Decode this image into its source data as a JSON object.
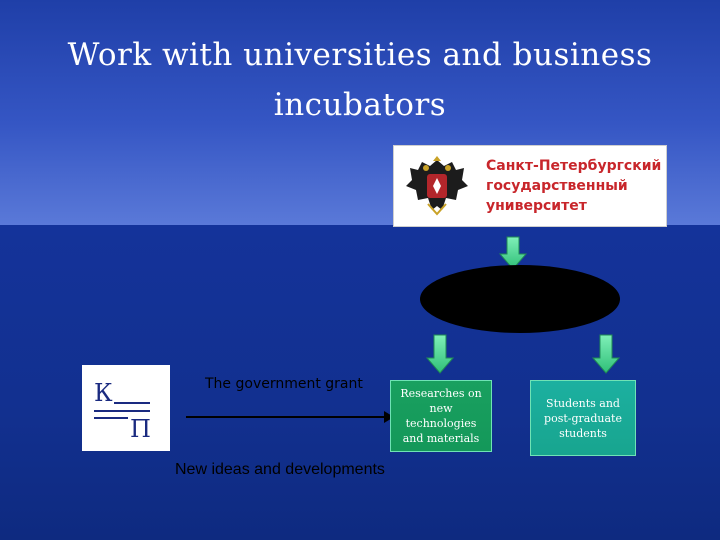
{
  "title": "Work with universities and business incubators",
  "university_logo": {
    "line1": "Санкт-Петербургский",
    "line2": "государственный",
    "line3": "университет",
    "text_color": "#c8262b"
  },
  "kp_logo": {
    "letter_top": "К",
    "letter_bottom": "П"
  },
  "grant_label": "The government grant",
  "ideas_label": "New ideas and developments",
  "research_box": "Researches on new technologies and materials",
  "students_box": "Students and post-graduate students",
  "colors": {
    "background_dark": "#12308f",
    "background_top": "#3556c4",
    "box_green": "#19a05f",
    "box_teal": "#1cb0a0",
    "arrow_fill": "#3ecf8e"
  }
}
